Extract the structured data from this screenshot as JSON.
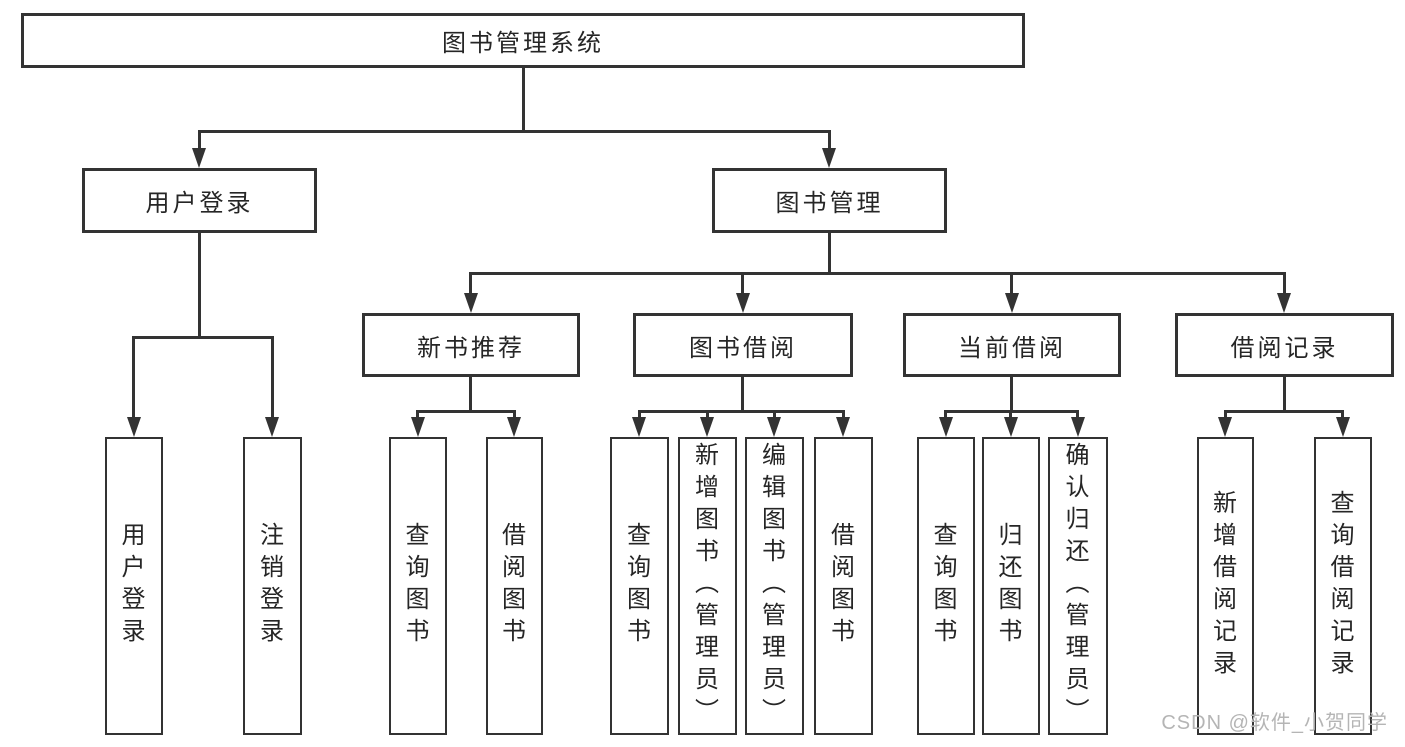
{
  "colors": {
    "line": "#333333",
    "text": "#262626",
    "watermark": "#b5b5b5",
    "background": "#ffffff"
  },
  "watermark": {
    "text": "CSDN @软件_小贺同学"
  },
  "diagram": {
    "type": "tree",
    "root": {
      "label": "图书管理系统"
    },
    "level1": [
      {
        "label": "用户登录",
        "parent": "图书管理系统"
      },
      {
        "label": "图书管理",
        "parent": "图书管理系统"
      }
    ],
    "level2": [
      {
        "label": "新书推荐",
        "parent": "图书管理"
      },
      {
        "label": "图书借阅",
        "parent": "图书管理"
      },
      {
        "label": "当前借阅",
        "parent": "图书管理"
      },
      {
        "label": "借阅记录",
        "parent": "图书管理"
      }
    ],
    "leaves": [
      {
        "label": "用户登录",
        "parent": "用户登录"
      },
      {
        "label": "注销登录",
        "parent": "用户登录"
      },
      {
        "label": "查询图书",
        "parent": "新书推荐"
      },
      {
        "label": "借阅图书",
        "parent": "新书推荐"
      },
      {
        "label": "查询图书",
        "parent": "图书借阅"
      },
      {
        "label": "新增图书（管理员）",
        "parent": "图书借阅"
      },
      {
        "label": "编辑图书（管理员）",
        "parent": "图书借阅"
      },
      {
        "label": "借阅图书",
        "parent": "图书借阅"
      },
      {
        "label": "查询图书",
        "parent": "当前借阅"
      },
      {
        "label": "归还图书",
        "parent": "当前借阅"
      },
      {
        "label": "确认归还（管理员）",
        "parent": "当前借阅"
      },
      {
        "label": "新增借阅记录",
        "parent": "借阅记录"
      },
      {
        "label": "查询借阅记录",
        "parent": "借阅记录"
      }
    ]
  }
}
